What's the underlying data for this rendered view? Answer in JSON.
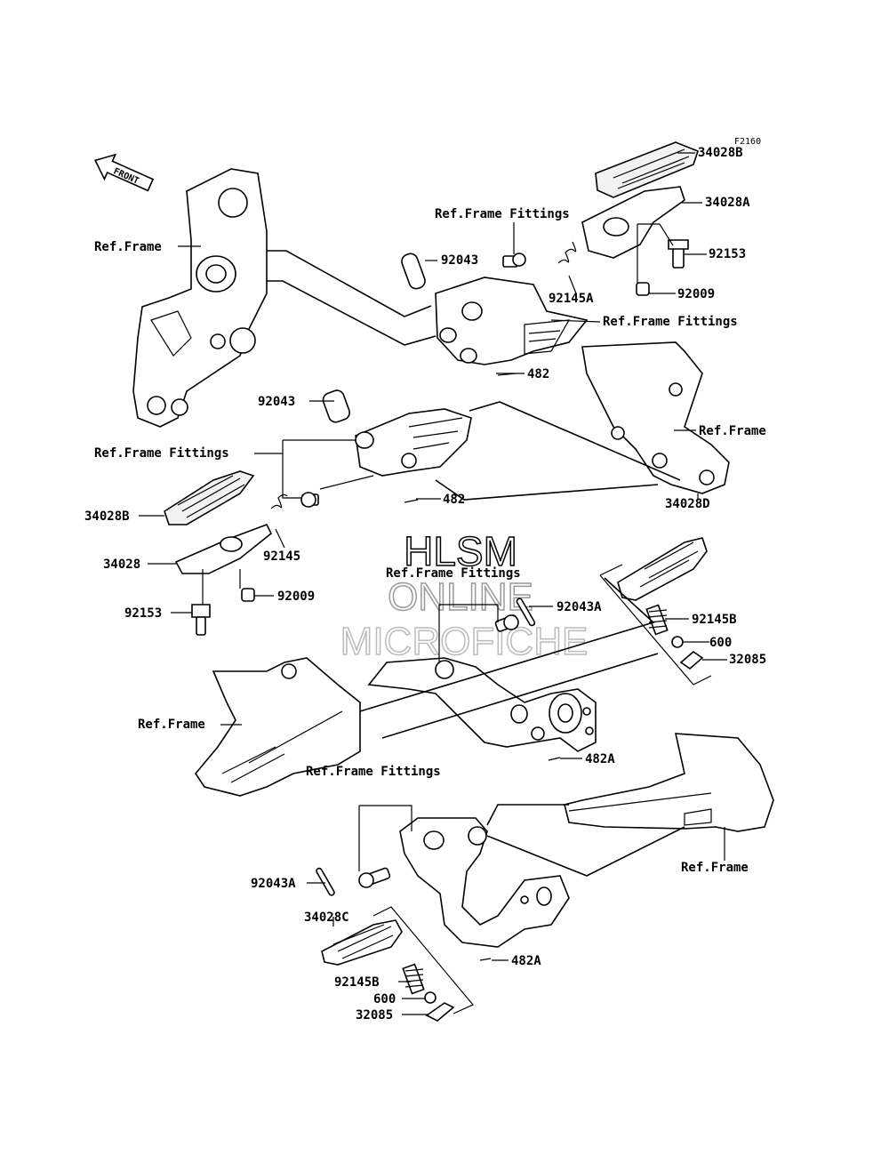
{
  "code": "F2160",
  "front_label": "FRONT",
  "watermark": {
    "line1": "HLSM",
    "line2": "ONLINE",
    "line3": "MICROFICHE"
  },
  "callouts": {
    "p34028B_top": "34028B",
    "p34028A": "34028A",
    "p92153_top": "92153",
    "p92009_top": "92009",
    "p92145A": "92145A",
    "ref_frame_fittings_1": "Ref.Frame Fittings",
    "ref_frame_fittings_2": "Ref.Frame Fittings",
    "p92043_1": "92043",
    "p482_1": "482",
    "ref_frame_1": "Ref.Frame",
    "p92043_2": "92043",
    "ref_frame_fittings_3": "Ref.Frame Fittings",
    "ref_frame_2": "Ref.Frame",
    "p482_2": "482",
    "p34028D": "34028D",
    "p34028B_left": "34028B",
    "p92145": "92145",
    "p34028": "34028",
    "p92009_left": "92009",
    "p92153_left": "92153",
    "ref_frame_fittings_4": "Ref.Frame Fittings",
    "p92043A_top": "92043A",
    "p92145B_right": "92145B",
    "p600_right": "600",
    "p32085_right": "32085",
    "ref_frame_3": "Ref.Frame",
    "p482A_1": "482A",
    "ref_frame_fittings_5": "Ref.Frame Fittings",
    "ref_frame_4": "Ref.Frame",
    "p92043A_bottom": "92043A",
    "p34028C": "34028C",
    "p482A_2": "482A",
    "p92145B_bottom": "92145B",
    "p600_bottom": "600",
    "p32085_bottom": "32085"
  }
}
